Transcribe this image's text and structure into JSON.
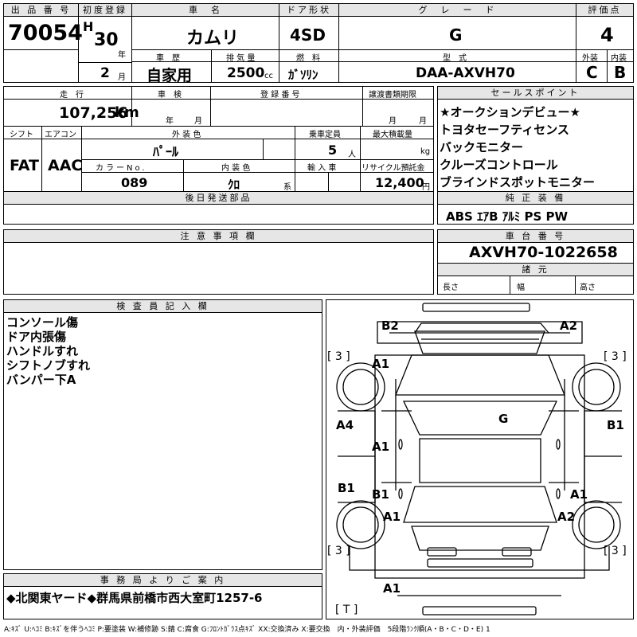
{
  "labels": {
    "lot_no": "出 品 番 号",
    "first_reg": "初度登録",
    "car_name": "車　名",
    "door": "ドア形状",
    "grade": "グ　レ　ー　ド",
    "score": "評価点",
    "history": "車　歴",
    "displacement": "排 気 量",
    "fuel": "燃　料",
    "model_code": "型　式",
    "ext": "外装",
    "int": "内装",
    "mileage": "走　行",
    "inspection": "車　検",
    "reg_no": "登 録 番 号",
    "transfer": "譲渡書類期限",
    "shift": "シフト",
    "aircon": "エアコン",
    "ext_color": "外 装 色",
    "capacity": "乗車定員",
    "max_load": "最大積載量",
    "color_no": "カラーNo.",
    "int_color": "内 装 色",
    "import": "輸 入 車",
    "recycle": "リサイクル預託金",
    "later_parts": "後日発送部品",
    "sales_points": "セールスポイント",
    "equipment": "純 正 装 備",
    "notes": "注 意 事 項 欄",
    "chassis": "車 台 番 号",
    "specs": "諸 元",
    "inspector": "検 査 員 記 入 欄",
    "office": "事 務 局 よ り ご 案 内"
  },
  "units": {
    "year_mark": "年",
    "month_mark": "月",
    "cc": "cc",
    "km": "km",
    "year": "年",
    "month": "月",
    "person": "人",
    "kg": "kg",
    "kei": "系",
    "yen": "円"
  },
  "car": {
    "lot_no": "70054",
    "era": "H",
    "year": "30",
    "month": "2",
    "name": "カムリ",
    "door": "4SD",
    "grade": "G",
    "score": "4",
    "history": "自家用",
    "displacement": "2500",
    "fuel": "ｶﾞｿﾘﾝ",
    "model_code": "DAA-AXVH70",
    "ext_grade": "C",
    "int_grade": "B",
    "mileage": "107,256",
    "shift": "FAT",
    "aircon": "AAC",
    "color": "ﾊﾟｰﾙ",
    "capacity": "5",
    "color_no": "089",
    "int_color": "ｸﾛ",
    "recycle": "12,400",
    "chassis": "AXVH70-1022658"
  },
  "sales_points": [
    "★オークションデビュー★",
    "トヨタセーフティセンス",
    "バックモニター",
    "クルーズコントロール",
    "ブラインドスポットモニター"
  ],
  "equipment": "ABS ｴｱB ｱﾙﾐ PS PW",
  "specs": {
    "length": "長さ",
    "width": "幅",
    "height": "高さ"
  },
  "inspector_notes": [
    "コンソール傷",
    "ドア内張傷",
    "ハンドルすれ",
    "シフトノブすれ",
    "バンパー下A"
  ],
  "diagram": {
    "marks": {
      "b2": "B2",
      "a2_top": "A2",
      "fl_a1": "A1",
      "hood_g": "G",
      "a4": "A4",
      "b1_right": "B1",
      "a1_left_door": "A1",
      "b1_left": "B1",
      "b1_rear": "B1",
      "a1_rear_right": "A1",
      "rl_a1": "A1",
      "rr_a2": "A2",
      "bottom_a1": "A1"
    },
    "brackets": {
      "tl": "[ 3 ]",
      "tr": "[ 3 ]",
      "bl": "[ 3 ]",
      "br": "[ 3 ]",
      "bottom": "[ T ]"
    }
  },
  "office_text": "◆北関東ヤード◆群馬県前橋市西大室町1257-6",
  "legend": "A:ｷｽﾞ U:ﾍｺﾐ B:ｷｽﾞを伴うﾍｺﾐ P:要塗装 W:補修跡 S:錆 C:腐食 G:ﾌﾛﾝﾄｶﾞﾗｽ点ｷｽﾞ XX:交換済み X:要交換　内・外装評価　5段階ﾗﾝｸ順(A・B・C・D・E) 1"
}
